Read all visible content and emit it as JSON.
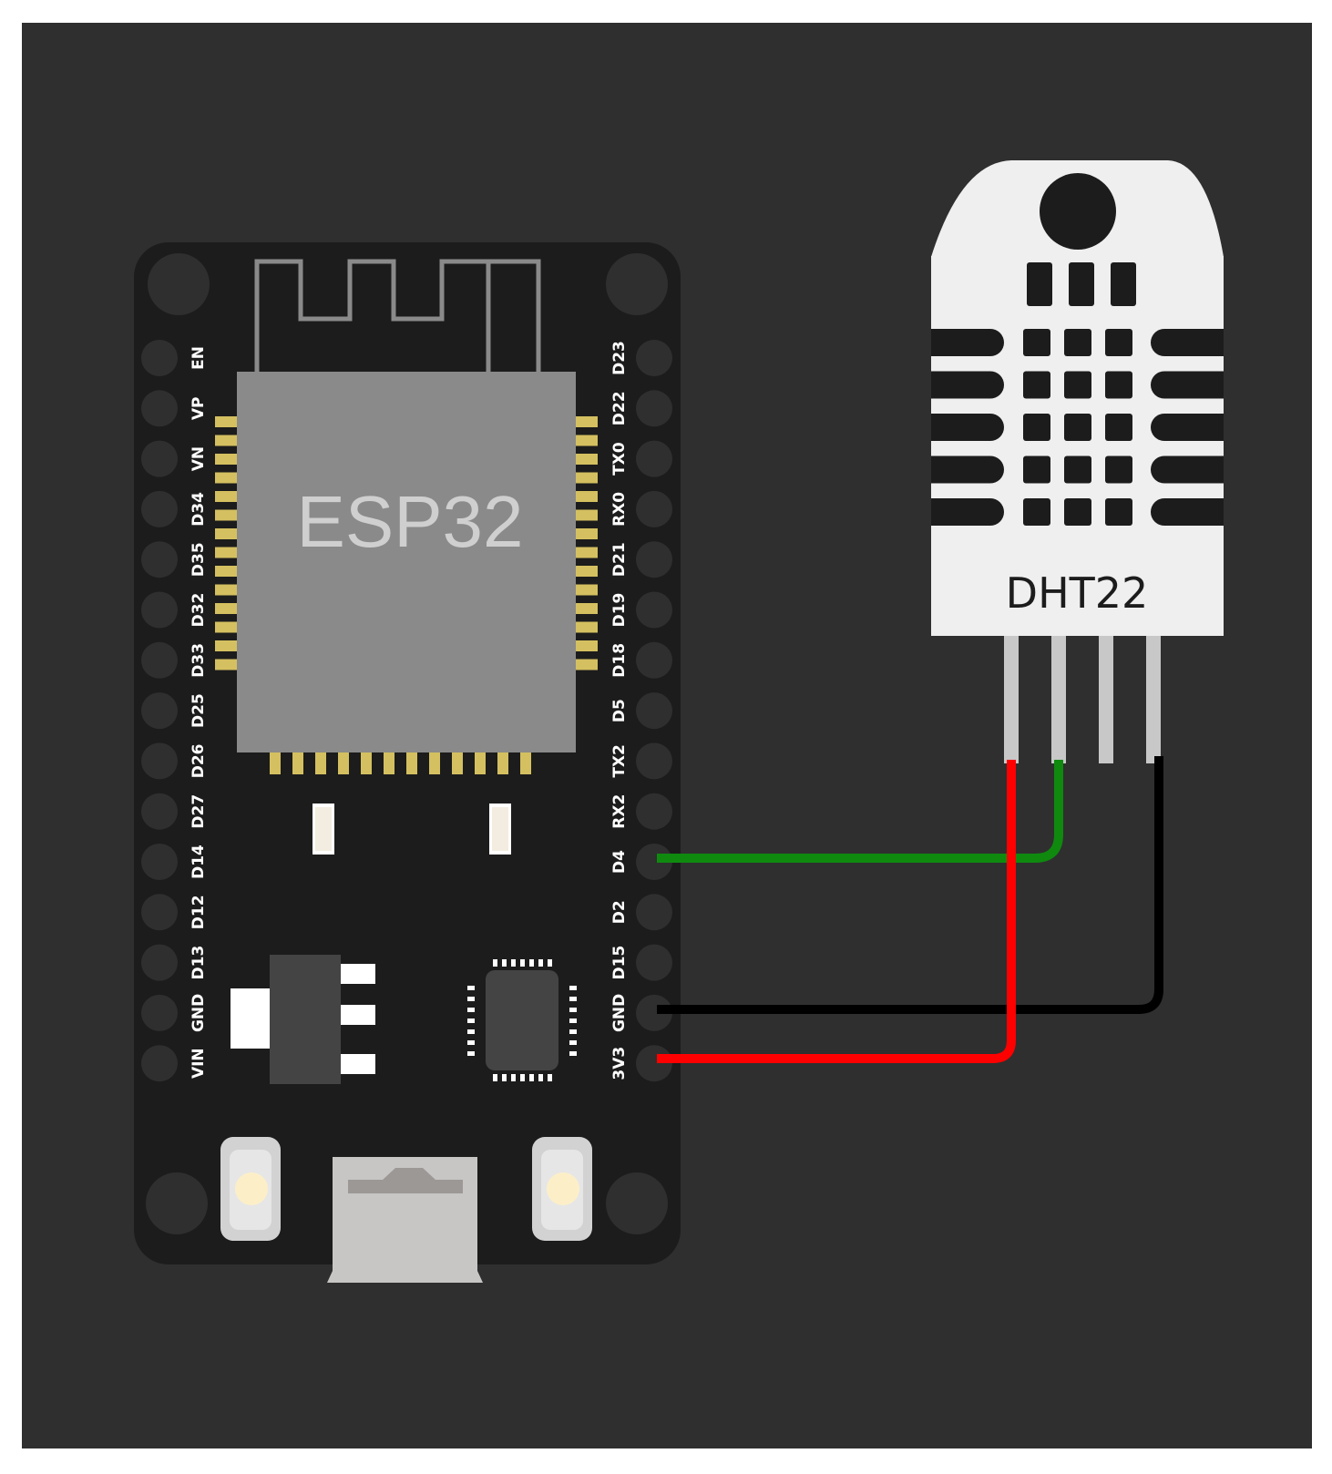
{
  "colors": {
    "background": "#2f2f2f",
    "board": "#1c1c1c",
    "chip": "#8a8a8a",
    "gold_pad": "#d4c060",
    "sensor_body": "#efefef",
    "wire_data": "#0f8a0f",
    "wire_ground": "#000000",
    "wire_power": "#ff0000"
  },
  "board": {
    "chip_label": "ESP32",
    "left_pins": [
      "EN",
      "VP",
      "VN",
      "D34",
      "D35",
      "D32",
      "D33",
      "D25",
      "D26",
      "D27",
      "D14",
      "D12",
      "D13",
      "GND",
      "VIN"
    ],
    "right_pins": [
      "D23",
      "D22",
      "TX0",
      "RX0",
      "D21",
      "D19",
      "D18",
      "D5",
      "TX2",
      "RX2",
      "D4",
      "D2",
      "D15",
      "GND",
      "3V3"
    ]
  },
  "sensor": {
    "label": "DHT22"
  },
  "wires": [
    {
      "name": "data-wire",
      "color": "green",
      "from": "D4"
    },
    {
      "name": "ground-wire",
      "color": "black",
      "from": "GND"
    },
    {
      "name": "power-wire",
      "color": "red",
      "from": "3V3"
    }
  ]
}
